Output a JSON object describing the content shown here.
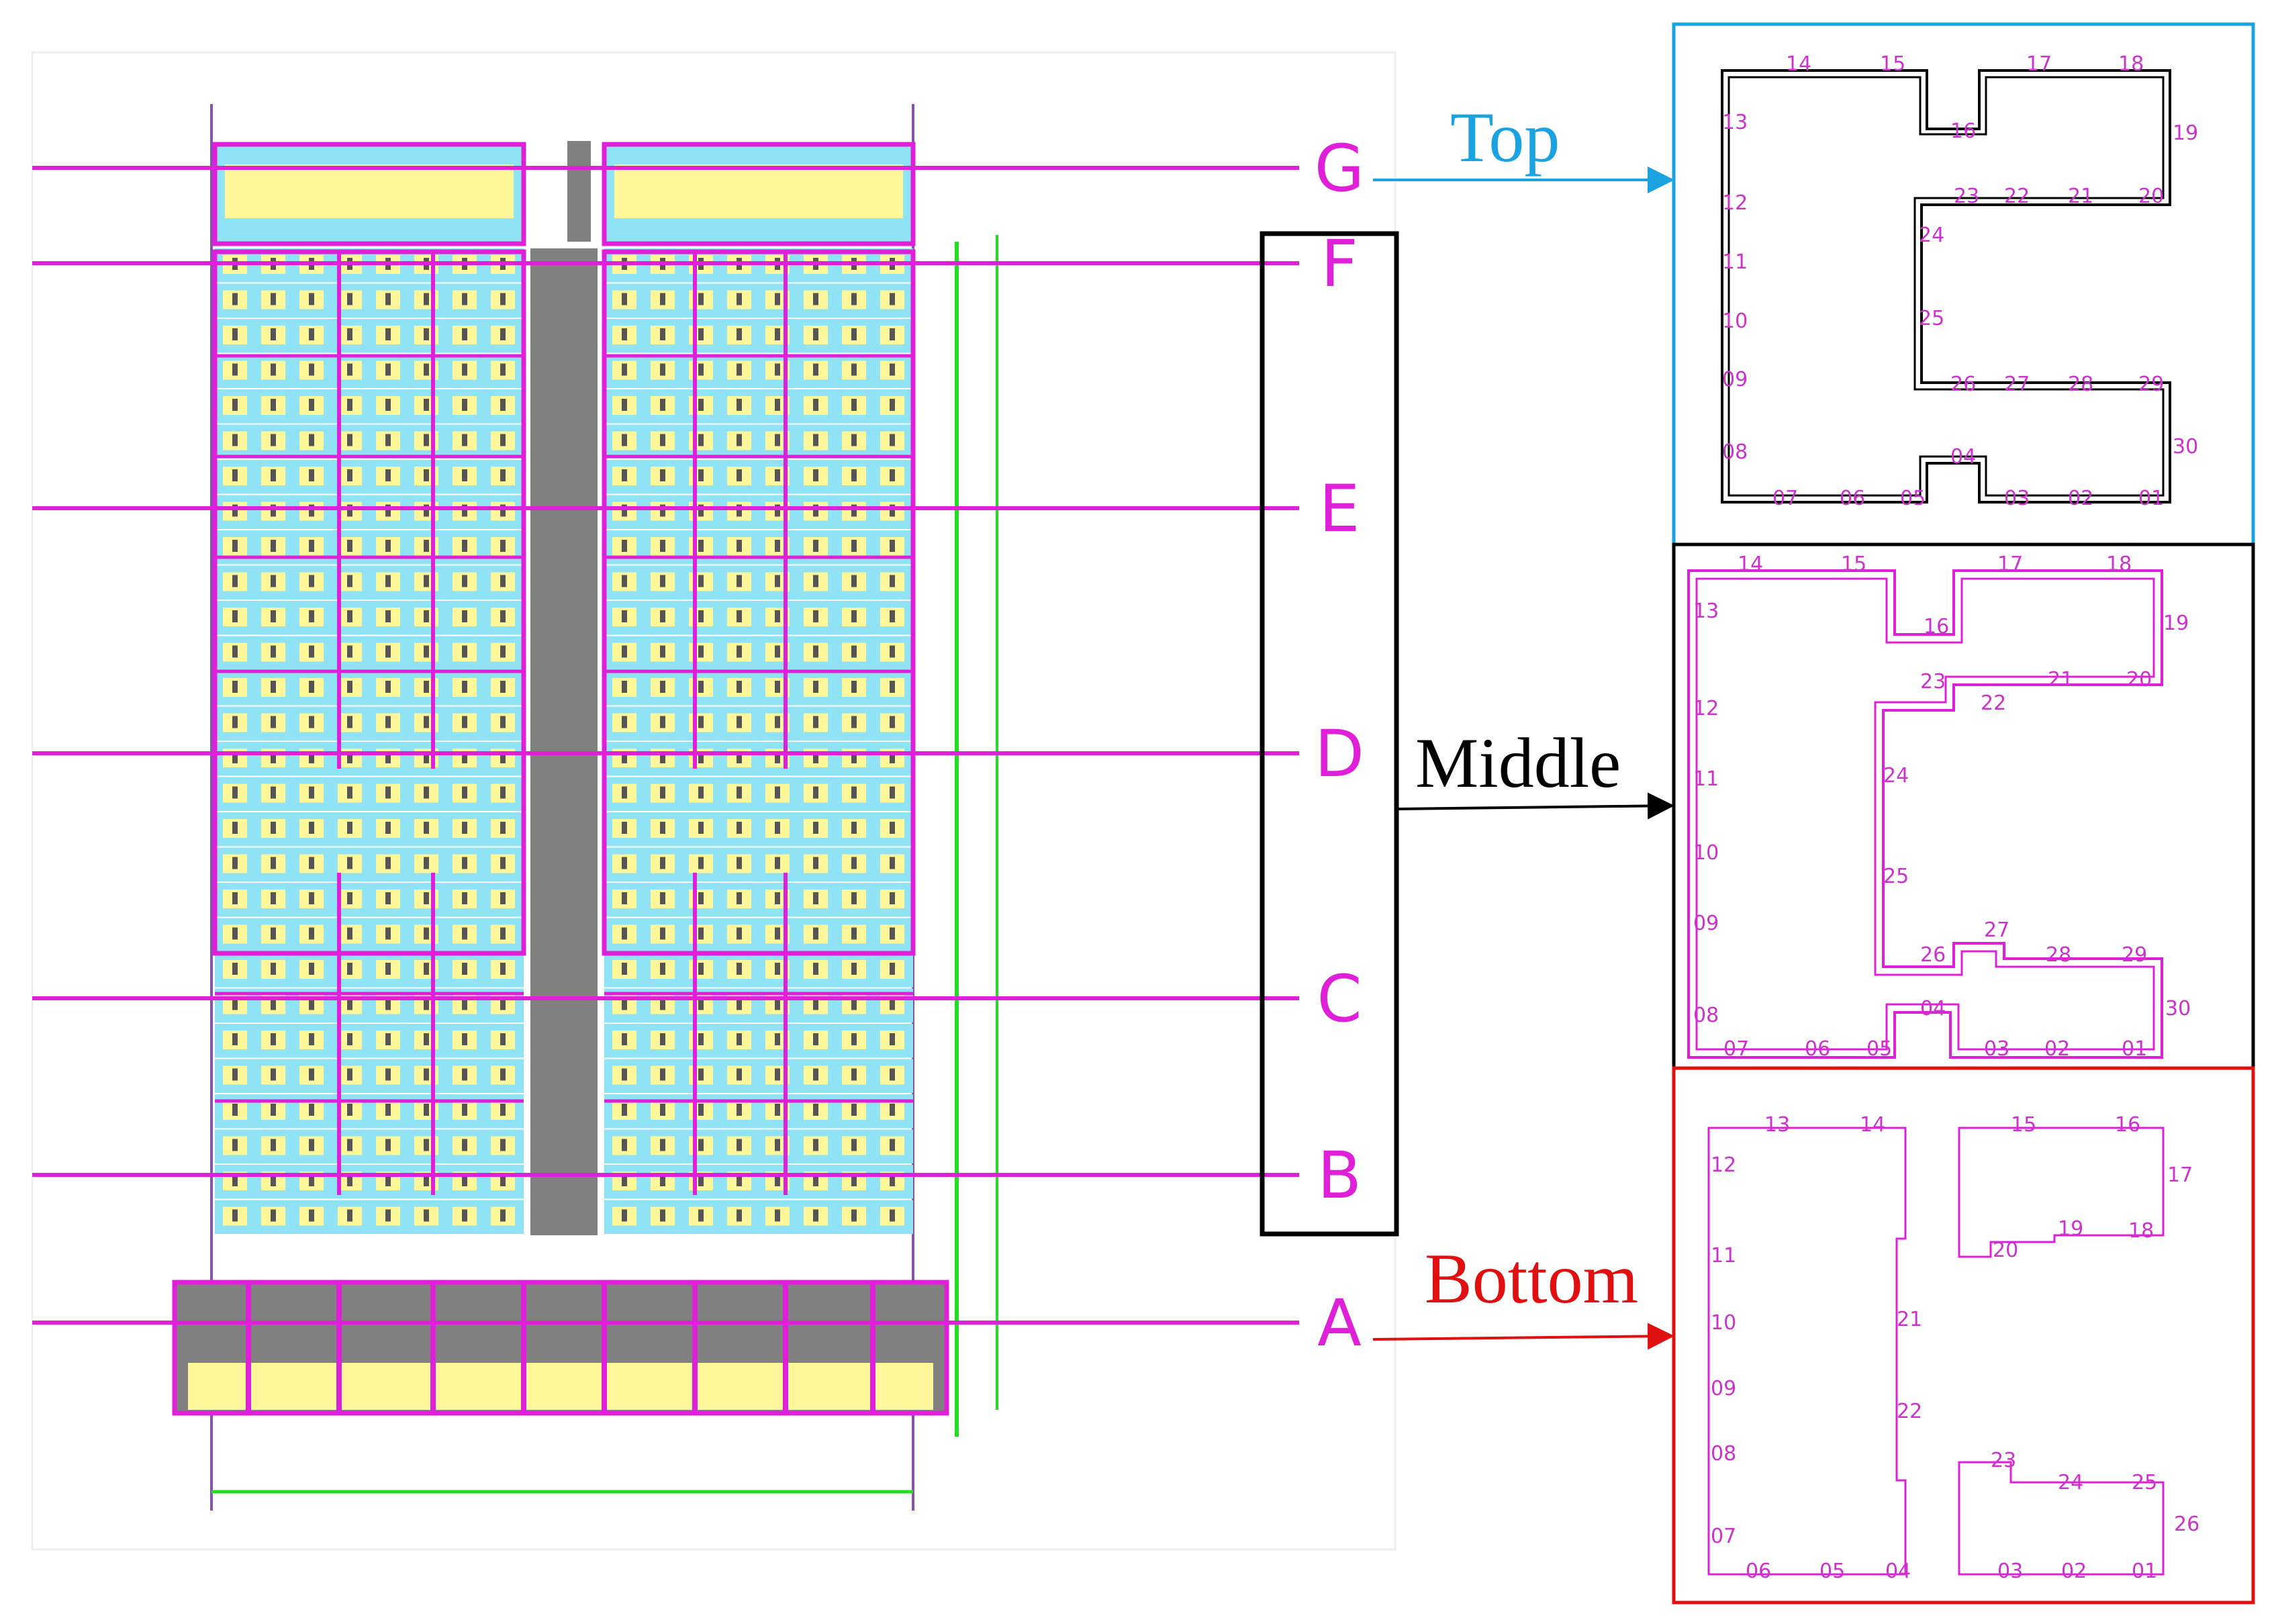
{
  "section_lines": [
    "G",
    "F",
    "E",
    "D",
    "C",
    "B",
    "A"
  ],
  "panels": {
    "top": {
      "label": "Top",
      "color": "#1aa3e0",
      "points": [
        "14",
        "15",
        "17",
        "18",
        "13",
        "16",
        "19",
        "12",
        "23",
        "22",
        "21",
        "20",
        "24",
        "11",
        "10",
        "25",
        "09",
        "26",
        "27",
        "28",
        "29",
        "30",
        "08",
        "04",
        "07",
        "06",
        "05",
        "03",
        "02",
        "01"
      ]
    },
    "middle": {
      "label": "Middle",
      "color": "#000000",
      "points": [
        "14",
        "15",
        "17",
        "18",
        "13",
        "16",
        "19",
        "23",
        "22",
        "21",
        "20",
        "12",
        "24",
        "11",
        "10",
        "25",
        "09",
        "27",
        "26",
        "28",
        "29",
        "30",
        "08",
        "04",
        "07",
        "06",
        "05",
        "03",
        "02",
        "01"
      ]
    },
    "bottom": {
      "label": "Bottom",
      "color": "#e01010",
      "points": [
        "13",
        "14",
        "15",
        "16",
        "12",
        "17",
        "19",
        "18",
        "20",
        "11",
        "21",
        "10",
        "09",
        "22",
        "08",
        "23",
        "24",
        "25",
        "26",
        "07",
        "06",
        "05",
        "04",
        "03",
        "02",
        "01"
      ]
    }
  },
  "colors": {
    "magenta": "#e020d8",
    "cyan": "#8fe3f5",
    "yellow": "#fff79a",
    "green": "#22dd22",
    "gray": "#808080",
    "purple": "#8a4fb5"
  }
}
